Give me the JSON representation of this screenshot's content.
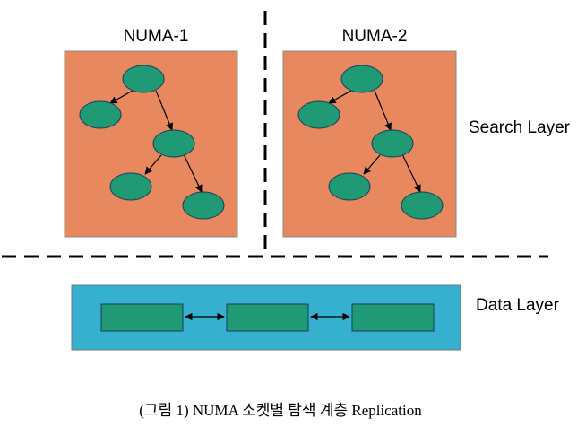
{
  "diagram": {
    "numa_labels": [
      "NUMA-1",
      "NUMA-2"
    ],
    "search_layer_label": "Search Layer",
    "data_layer_label": "Data Layer",
    "caption": "(그림 1) NUMA 소켓별 탐색 계층 Replication",
    "colors": {
      "numa_box": "#e8885e",
      "tree_node": "#1f9a74",
      "data_layer": "#36b0cf",
      "data_block": "#1f9a74"
    }
  }
}
